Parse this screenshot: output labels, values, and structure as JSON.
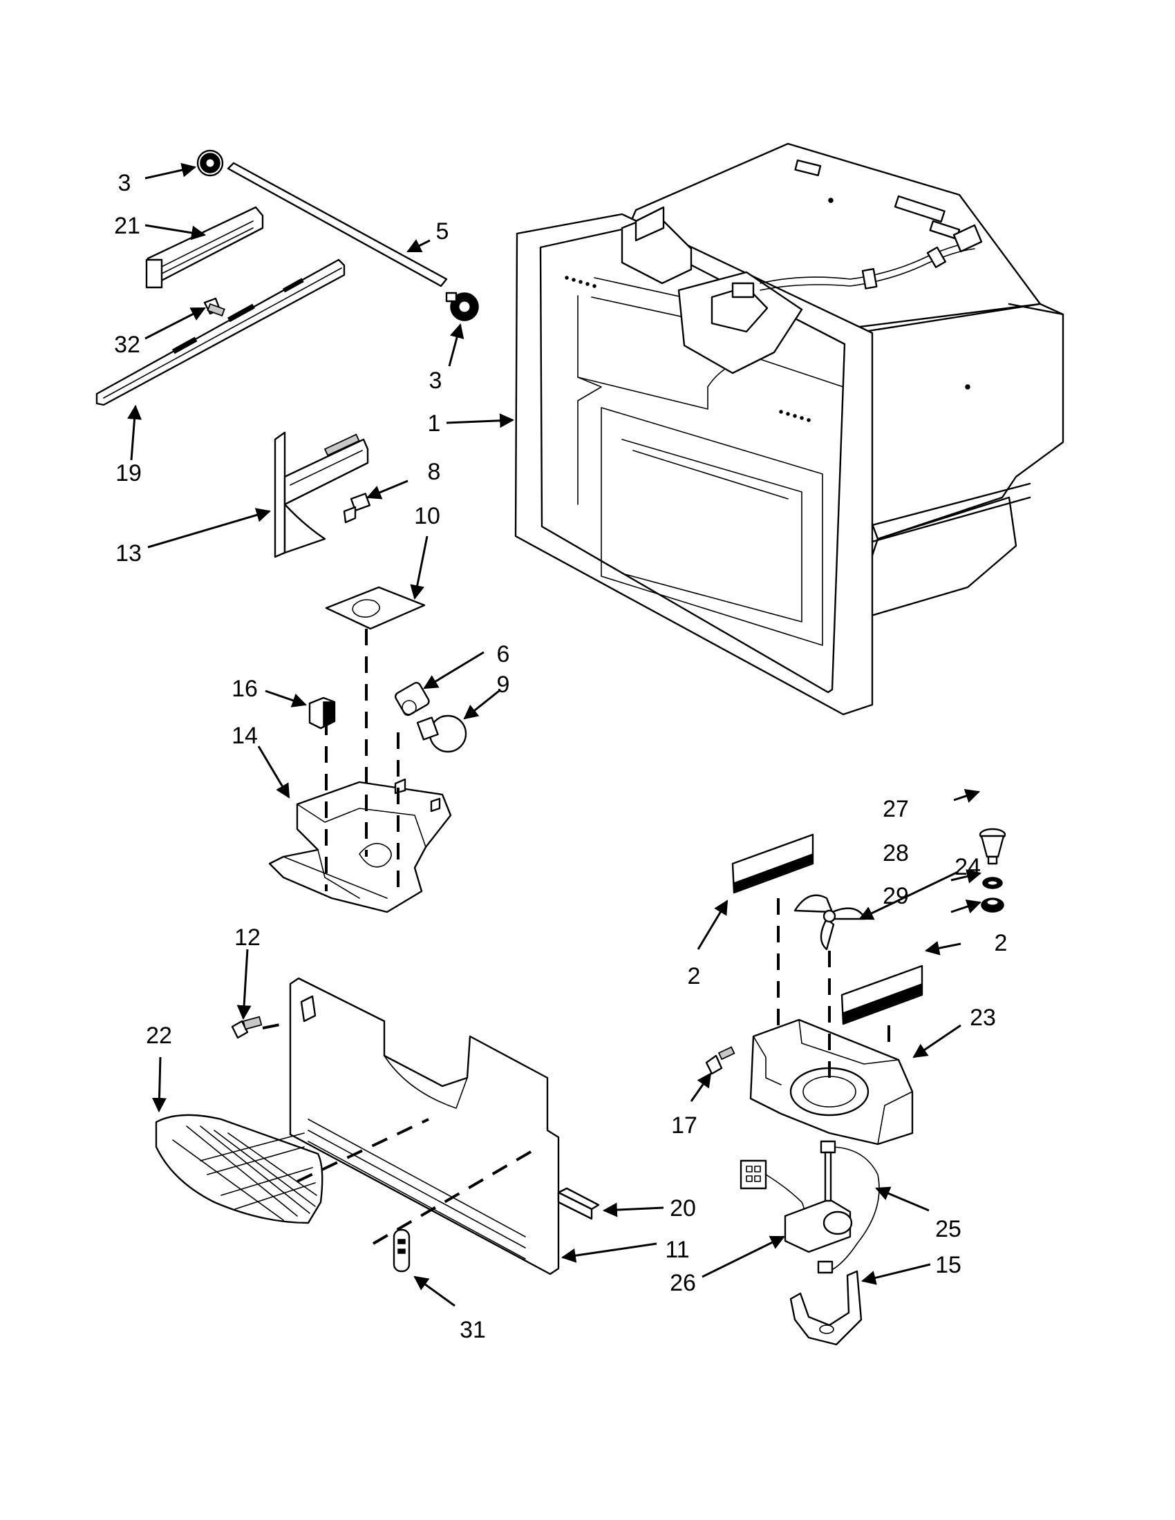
{
  "callouts": [
    {
      "id": "c3a",
      "label": "3"
    },
    {
      "id": "c21",
      "label": "21"
    },
    {
      "id": "c5",
      "label": "5"
    },
    {
      "id": "c32",
      "label": "32"
    },
    {
      "id": "c3b",
      "label": "3"
    },
    {
      "id": "c19",
      "label": "19"
    },
    {
      "id": "c1",
      "label": "1"
    },
    {
      "id": "c8",
      "label": "8"
    },
    {
      "id": "c13",
      "label": "13"
    },
    {
      "id": "c10",
      "label": "10"
    },
    {
      "id": "c6",
      "label": "6"
    },
    {
      "id": "c9",
      "label": "9"
    },
    {
      "id": "c16",
      "label": "16"
    },
    {
      "id": "c14",
      "label": "14"
    },
    {
      "id": "c27",
      "label": "27"
    },
    {
      "id": "c28",
      "label": "28"
    },
    {
      "id": "c29",
      "label": "29"
    },
    {
      "id": "c24",
      "label": "24"
    },
    {
      "id": "c2a",
      "label": "2"
    },
    {
      "id": "c2b",
      "label": "2"
    },
    {
      "id": "c12",
      "label": "12"
    },
    {
      "id": "c22",
      "label": "22"
    },
    {
      "id": "c23",
      "label": "23"
    },
    {
      "id": "c17",
      "label": "17"
    },
    {
      "id": "c20",
      "label": "20"
    },
    {
      "id": "c25",
      "label": "25"
    },
    {
      "id": "c11",
      "label": "11"
    },
    {
      "id": "c26",
      "label": "26"
    },
    {
      "id": "c15",
      "label": "15"
    },
    {
      "id": "c31",
      "label": "31"
    }
  ]
}
